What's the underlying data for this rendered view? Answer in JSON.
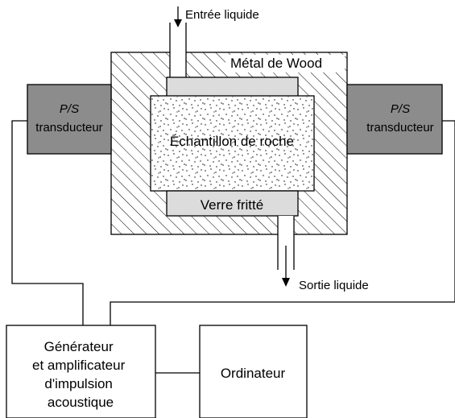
{
  "labels": {
    "inlet": "Entrée liquide",
    "outlet": "Sortie liquide",
    "wood_metal": "Métal de Wood",
    "rock_sample": "Échantillon de roche",
    "fritted_glass": "Verre fritté",
    "transducer_left_type": "P/S",
    "transducer_left_name": "transducteur",
    "transducer_right_type": "P/S",
    "transducer_right_name": "transducteur",
    "generator_lines": [
      "Générateur",
      "et amplificateur",
      "d'impulsion",
      "acoustique"
    ],
    "computer": "Ordinateur"
  },
  "colors": {
    "line": "#000000",
    "transducer_fill": "#8c8c8c",
    "glass_fill": "#dcdcdc",
    "rock_fill": "#ffffff",
    "rock_dots": "#000000"
  }
}
